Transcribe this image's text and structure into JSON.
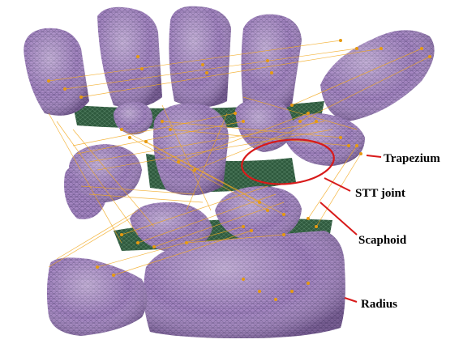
{
  "colors": {
    "bone_fill": "#a586c2",
    "bone_mesh": "#5a4a7a",
    "cartilage": "#2f5a3e",
    "ligament": "#f2a81d",
    "ligament_node": "#e69a10",
    "annotation": "#d81a1a",
    "label_text": "#000000"
  },
  "labels": {
    "trapezium": "Trapezium",
    "stt_joint": "STT joint",
    "scaphoid": "Scaphoid",
    "radius": "Radius"
  }
}
